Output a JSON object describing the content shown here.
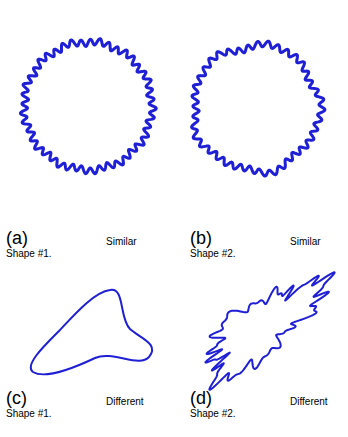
{
  "diagram": {
    "labels": [
      "(a)",
      "Similar Shape #1.",
      "(b)",
      "Similar Shape #2.",
      "(c)",
      "Different Shape #1.",
      "(d)",
      "Different Shape #2."
    ]
  }
}
